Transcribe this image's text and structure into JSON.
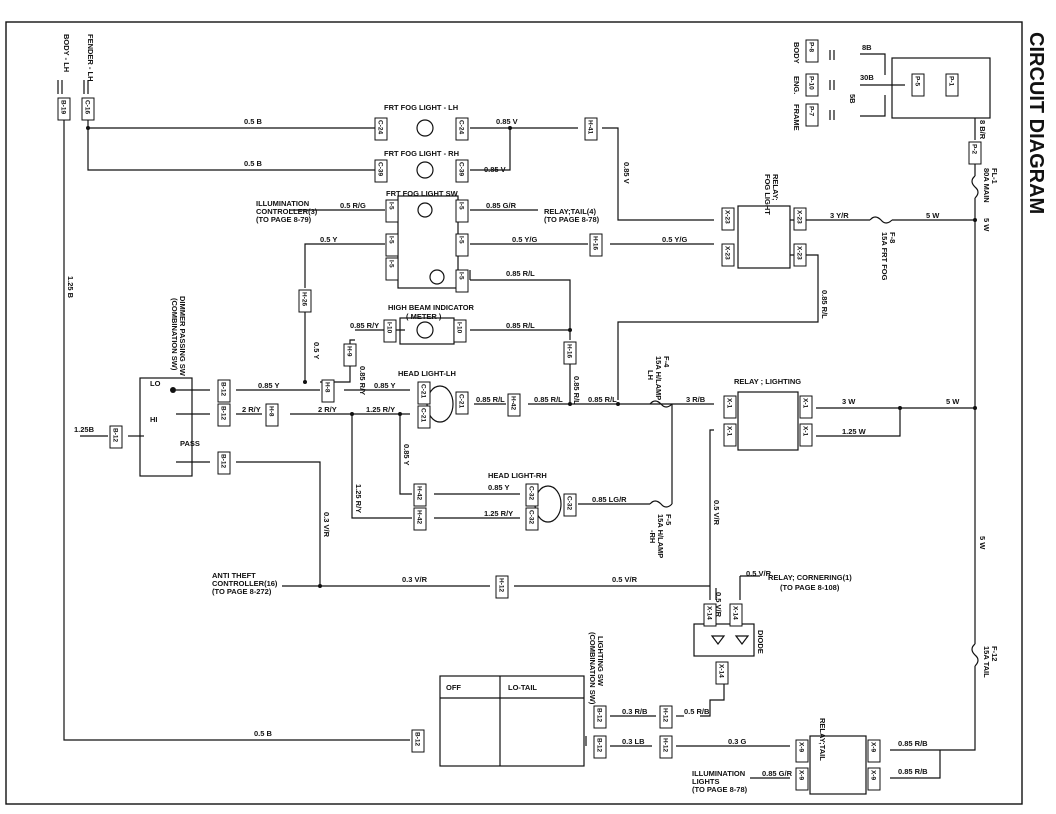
{
  "title": "CIRCUIT DIAGRAM",
  "components": {
    "fog_lh": "FRT  FOG  LIGHT  - LH",
    "fog_rh": "FRT  FOG  LIGHT  - RH",
    "fog_sw": "FRT  FOG  LIGHT  SW",
    "high_beam": "HIGH BEAM INDICATOR",
    "meter": "( METER )",
    "head_lh": "HEAD LIGHT-LH",
    "head_rh": "HEAD LIGHT-RH",
    "dimmer_1": "DIMMER PASSING SW",
    "dimmer_2": "(COMBINATION SW)",
    "relay_fog_1": "RELAY;",
    "relay_fog_2": "FOG LIGHT",
    "relay_lighting": "RELAY ; LIGHTING",
    "relay_tail": "RELAY;TAIL",
    "diode": "DIODE",
    "lighting_sw_1": "LIGHTING SW",
    "lighting_sw_2": "(COMBINATION SW)",
    "illum_ctrl_1": "ILLUMINATION",
    "illum_ctrl_2": "CONTROLLER(3)",
    "illum_ctrl_3": "(TO PAGE 8-79)",
    "relay_tail_ref_1": "RELAY;TAIL(4)",
    "relay_tail_ref_2": "(TO PAGE 8-78)",
    "anti_theft_1": "ANTI THEFT",
    "anti_theft_2": "CONTROLLER(16)",
    "anti_theft_3": "(TO PAGE 8-272)",
    "cornering_1": "RELAY; CORNERING(1)",
    "cornering_2": "(TO PAGE 8-108)",
    "illum_lights_1": "ILLUMINATION",
    "illum_lights_2": "LIGHTS",
    "illum_lights_3": "(TO PAGE 8-78)",
    "fender_lh": "FENDER - LH",
    "body_lh": "BODY - LH",
    "body": "BODY",
    "eng": "ENG.",
    "frame": "FRAME",
    "pass": "PASS",
    "lo": "LO",
    "hi": "HI",
    "off": "OFF",
    "lo_tail": "LO-TAIL"
  },
  "connectors": {
    "c16": "C-16",
    "b19": "B-19",
    "c24a": "C-24",
    "c24b": "C-24",
    "c39a": "C-39",
    "c39b": "C-39",
    "h41": "H-41",
    "i5a": "I-5",
    "i5b": "I-5",
    "i5c": "I-5",
    "i5d": "I-5",
    "i5e": "I-5",
    "i5f": "I-5",
    "h16a": "H-16",
    "h16b": "H-16",
    "x23a": "X-23",
    "x23b": "X-23",
    "x23c": "X-23",
    "x23d": "X-23",
    "p8": "P-8",
    "p10": "P-10",
    "p7": "P-7",
    "p5": "P-5",
    "p1": "P-1",
    "p2": "P-2",
    "h26": "H-26",
    "i10a": "I-10",
    "i10b": "I-10",
    "h9": "H-9",
    "h8a": "H-8",
    "h8b": "H-8",
    "b12a": "B-12",
    "b12b": "B-12",
    "b12c": "B-12",
    "b12d": "B-12",
    "b12e": "B-12",
    "b12f": "B-12",
    "b12g": "B-12",
    "c21a": "C-21",
    "c21b": "C-21",
    "c21c": "C-21",
    "h42a": "H-42",
    "x1a": "X-1",
    "x1b": "X-1",
    "x1c": "X-1",
    "x1d": "X-1",
    "h42b": "H-42",
    "h42c": "H-42",
    "c32a": "C-32",
    "c32b": "C-32",
    "c32c": "C-32",
    "h12a": "H-12",
    "x14a": "X-14",
    "x14b": "X-14",
    "x14c": "X-14",
    "h12b": "H-12",
    "h12c": "H-12",
    "x9a": "X-9",
    "x9b": "X-9",
    "x9c": "X-9",
    "x9d": "X-9"
  },
  "fuses": {
    "fl1_1": "FL-1",
    "fl1_2": "80A MAIN",
    "f8_1": "F-8",
    "f8_2": "15A FRT FOG",
    "f4_1": "F-4",
    "f4_2": "15A H/LAMP",
    "f4_3": "LH",
    "f5_1": "F-5",
    "f5_2": "15A H/LAMP",
    "f5_3": "-RH",
    "f12_1": "F-12",
    "f12_2": "15A TAIL"
  },
  "wires": {
    "w05b_a": "0.5 B",
    "w05b_b": "0.5 B",
    "w05b_c": "0.5 B",
    "w085v_a": "0.85 V",
    "w085v_b": "0.85 V",
    "w085v_c": "0.85 V",
    "w05rg": "0.5 R/G",
    "w085gr": "0.85 G/R",
    "w05y_a": "0.5 Y",
    "w05y_b": "0.5 Y",
    "w05yg_a": "0.5 Y/G",
    "w05yg_b": "0.5 Y/G",
    "w3yr": "3 Y/R",
    "w5w_a": "5 W",
    "w5w_b": "5 W",
    "w5w_c": "5 W",
    "w5w_d": "5 W",
    "w8br": "8 B/R",
    "w8b": "8B",
    "w30b": "30B",
    "w5b": "5B",
    "w085rl_a": "0.85 R/L",
    "w085rl_b": "0.85 R/L",
    "w085rl_c": "0.85 R/L",
    "w085rl_d": "0.85 R/L",
    "w085rl_e": "0.85 R/L",
    "w085rl_f": "0.85 R/L",
    "w085rl_g": "0.85 R/L",
    "w085ry": "0.85 R/Y",
    "w085ry_v": "0.85 R/Y",
    "w125b_a": "1.25 B",
    "w125b_b": "1.25B",
    "w085y_a": "0.85 Y",
    "w085y_b": "0.85 Y",
    "w085y_c": "0.85 Y",
    "w085y_d": "0.85 Y",
    "w2ry_a": "2 R/Y",
    "w2ry_b": "2 R/Y",
    "w125ry_a": "1.25 R/Y",
    "w125ry_b": "1.25 R/Y",
    "w125ry_c": "1.25 R/Y",
    "w3rb": "3 R/B",
    "w3w": "3 W",
    "w125w": "1.25 W",
    "w085lgr": "0.85 LG/R",
    "w05vr_a": "0.5 V/R",
    "w05vr_b": "0.5 V/R",
    "w05vr_c": "0.5 V/R",
    "w05vr_d": "0.5 V/R",
    "w03vr_a": "0.3 V/R",
    "w03vr_b": "0.3 V/R",
    "w03rb": "0.3 R/B",
    "w05rb": "0.5 R/B",
    "w03lb": "0.3 LB",
    "w03g": "0.3 G",
    "w085rb_a": "0.85 R/B",
    "w085rb_b": "0.85 R/B",
    "w085gr2": "0.85 G/R"
  }
}
